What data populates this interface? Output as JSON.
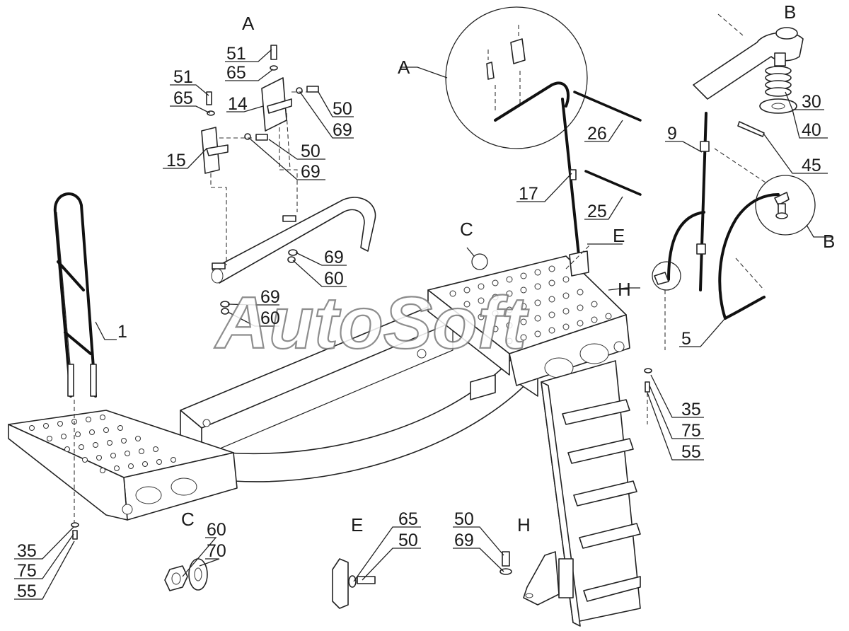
{
  "watermark": "AutoSoft",
  "section_letters": {
    "A_top": "A",
    "A_detail": "A",
    "B_top": "B",
    "B_detail": "B",
    "C_detail": "C",
    "C_bottom": "C",
    "E_detail": "E",
    "E_bottom": "E",
    "H_detail": "H",
    "H_bottom": "H"
  },
  "callouts": [
    {
      "id": "c51a",
      "text": "51"
    },
    {
      "id": "c65a",
      "text": "65"
    },
    {
      "id": "c51b",
      "text": "51"
    },
    {
      "id": "c65b",
      "text": "65"
    },
    {
      "id": "c14",
      "text": "14"
    },
    {
      "id": "c50a",
      "text": "50"
    },
    {
      "id": "c69a",
      "text": "69"
    },
    {
      "id": "c15",
      "text": "15"
    },
    {
      "id": "c50b",
      "text": "50"
    },
    {
      "id": "c69b",
      "text": "69"
    },
    {
      "id": "c69c",
      "text": "69"
    },
    {
      "id": "c60a",
      "text": "60"
    },
    {
      "id": "c69d",
      "text": "69"
    },
    {
      "id": "c60b",
      "text": "60"
    },
    {
      "id": "c1",
      "text": "1"
    },
    {
      "id": "c17",
      "text": "17"
    },
    {
      "id": "c26",
      "text": "26"
    },
    {
      "id": "c25",
      "text": "25"
    },
    {
      "id": "c9",
      "text": "9"
    },
    {
      "id": "c30",
      "text": "30"
    },
    {
      "id": "c40",
      "text": "40"
    },
    {
      "id": "c45",
      "text": "45"
    },
    {
      "id": "c5",
      "text": "5"
    },
    {
      "id": "c35a",
      "text": "35"
    },
    {
      "id": "c75a",
      "text": "75"
    },
    {
      "id": "c55a",
      "text": "55"
    },
    {
      "id": "c35b",
      "text": "35"
    },
    {
      "id": "c75b",
      "text": "75"
    },
    {
      "id": "c55b",
      "text": "55"
    },
    {
      "id": "c60c",
      "text": "60"
    },
    {
      "id": "c70",
      "text": "70"
    },
    {
      "id": "c65c",
      "text": "65"
    },
    {
      "id": "c50c",
      "text": "50"
    },
    {
      "id": "c50d",
      "text": "50"
    },
    {
      "id": "c69e",
      "text": "69"
    }
  ]
}
